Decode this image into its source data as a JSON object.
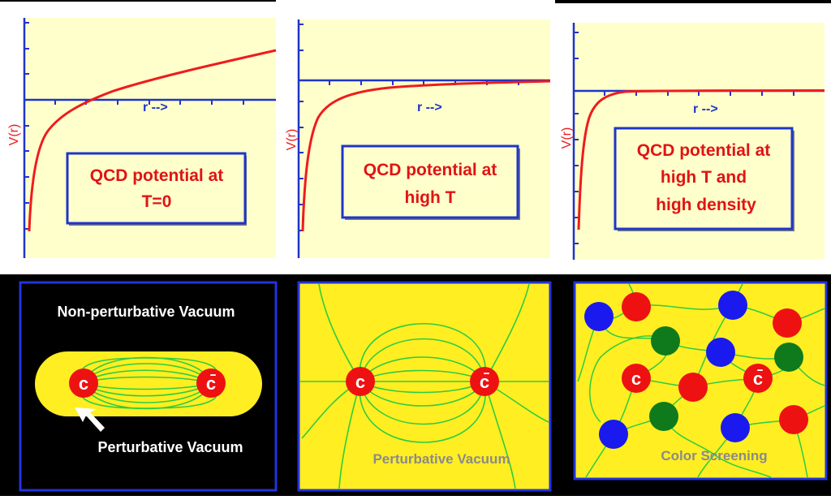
{
  "top_panels": [
    {
      "ylabel": "V(r)",
      "xlabel": "r -->",
      "caption": [
        "QCD potential at",
        "T=0"
      ]
    },
    {
      "ylabel": "V(r)",
      "xlabel": "r -->",
      "caption": [
        "QCD potential at",
        "high T"
      ]
    },
    {
      "ylabel": "V(r)",
      "xlabel": "r -->",
      "caption": [
        "QCD potential at",
        "high T and",
        "high density"
      ]
    }
  ],
  "bottom_panels": [
    {
      "title": "Non-perturbative Vacuum",
      "label": "Perturbative Vacuum",
      "quark": "c",
      "antiquark": "c̄"
    },
    {
      "label": "Perturbative Vacuum",
      "quark": "c",
      "antiquark": "c̄"
    },
    {
      "label": "Color Screening",
      "quark": "c",
      "antiquark": "c̄"
    }
  ],
  "colors": {
    "curve": "#ee1c1c",
    "axis": "#1f35c8",
    "plot_bg": "#ffffcc",
    "vacuum": "#ffee22",
    "field_line": "#2ecc40",
    "quark": "#ee1111",
    "blue_charge": "#1a1aee",
    "green_charge": "#0f7a1c"
  }
}
